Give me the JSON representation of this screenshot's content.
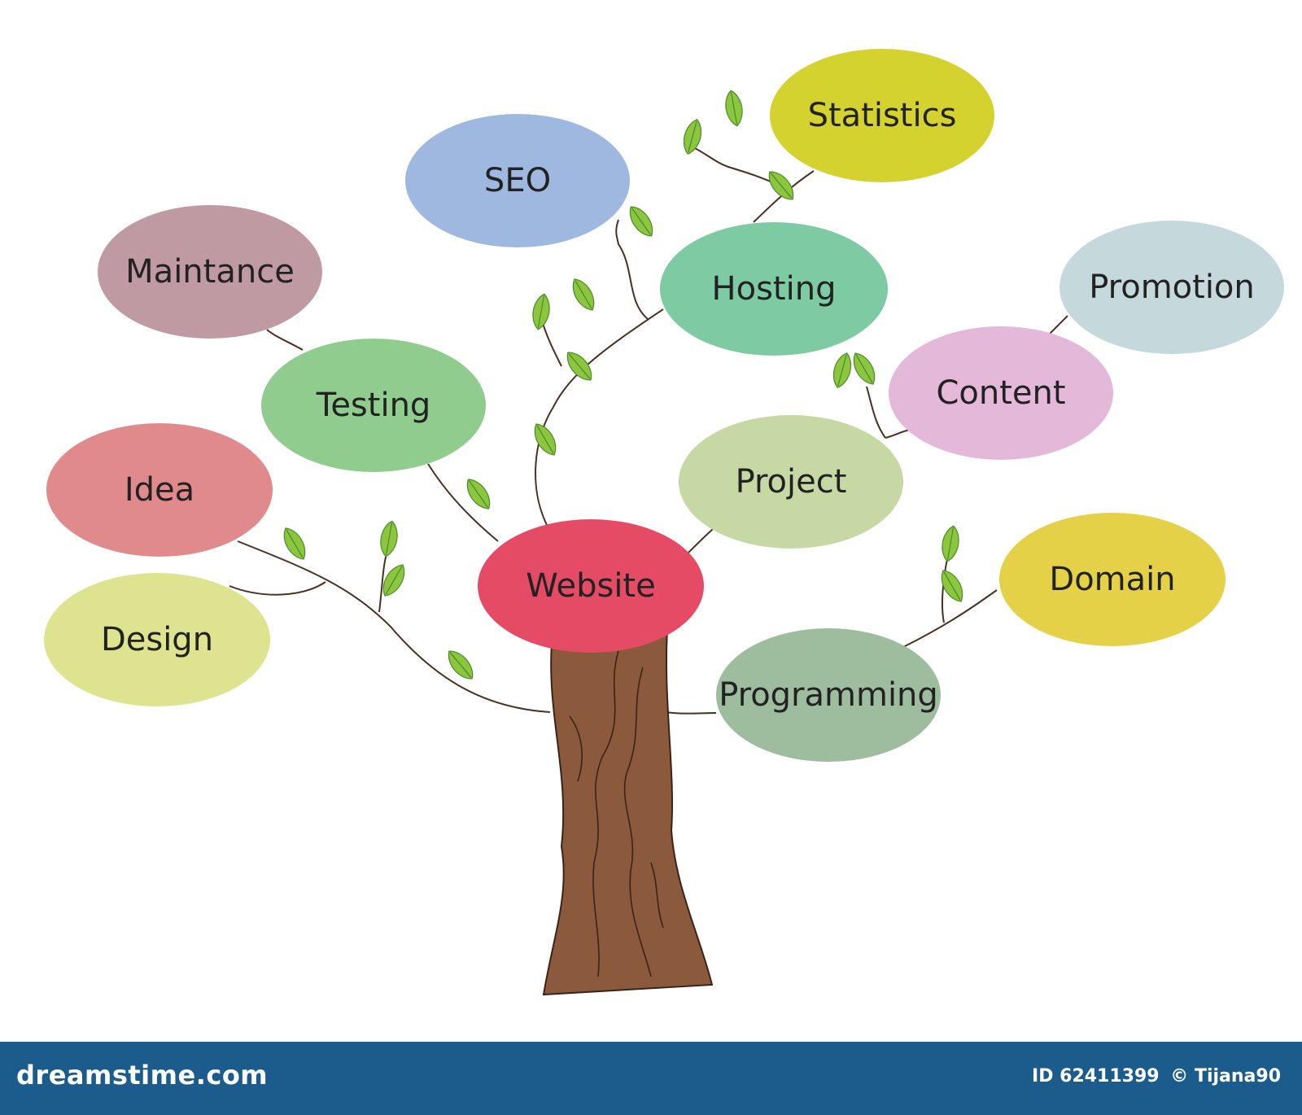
{
  "diagram": {
    "colors": {
      "trunk": "#8B5A3C",
      "trunk_line": "#3a2418",
      "branch": "#4a3020",
      "leaf": "#8CC63F",
      "leaf_edge": "#4a8a2a"
    },
    "nodes": [
      {
        "id": "statistics",
        "label": "Statistics",
        "color": "#D4D22E"
      },
      {
        "id": "seo",
        "label": "SEO",
        "color": "#9FB8E0"
      },
      {
        "id": "maintance",
        "label": "Maintance",
        "color": "#C09AA2"
      },
      {
        "id": "hosting",
        "label": "Hosting",
        "color": "#7ECBA3"
      },
      {
        "id": "promotion",
        "label": "Promotion",
        "color": "#C5D8DC"
      },
      {
        "id": "testing",
        "label": "Testing",
        "color": "#8FCC8E"
      },
      {
        "id": "content",
        "label": "Content",
        "color": "#E3B8D8"
      },
      {
        "id": "idea",
        "label": "Idea",
        "color": "#E08A8C"
      },
      {
        "id": "project",
        "label": "Project",
        "color": "#C6D9A4"
      },
      {
        "id": "website",
        "label": "Website",
        "color": "#E54B64"
      },
      {
        "id": "domain",
        "label": "Domain",
        "color": "#E5D148"
      },
      {
        "id": "design",
        "label": "Design",
        "color": "#DDE38E"
      },
      {
        "id": "programming",
        "label": "Programming",
        "color": "#9EBC9E"
      }
    ]
  },
  "footer": {
    "logo": "dreamstime.com",
    "id_text": "ID 62411399",
    "credit": "© Tijana90",
    "bg_color": "#1c5c8c"
  }
}
